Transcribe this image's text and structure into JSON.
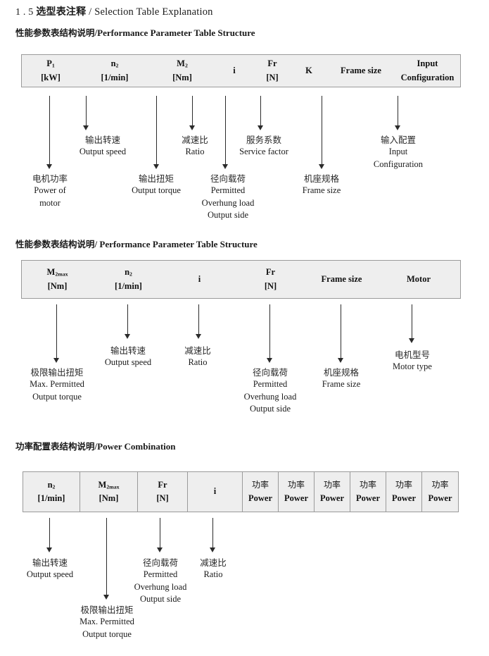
{
  "document": {
    "title_number": "1 . 5",
    "title_cn": "选型表注释",
    "title_sep": "/",
    "title_en": "Selection Table Explanation"
  },
  "sections": [
    {
      "heading_cn": "性能参数表结构说明",
      "heading_sep": "/",
      "heading_en": "Performance Parameter Table Structure",
      "table": {
        "divided": false,
        "columns": [
          {
            "line1": "P",
            "sub1": "1",
            "line2": "[kW]"
          },
          {
            "line1": "n",
            "sub1": "2",
            "line2": "[1/min]"
          },
          {
            "line1": "M",
            "sub1": "2",
            "line2": "[Nm]"
          },
          {
            "line1": "i",
            "sub1": "",
            "line2": ""
          },
          {
            "line1": "Fr",
            "sub1": "",
            "line2": "[N]"
          },
          {
            "line1": "K",
            "sub1": "",
            "line2": ""
          },
          {
            "line1": "Frame size",
            "sub1": "",
            "line2": ""
          },
          {
            "line1": "Input",
            "sub1": "",
            "line2": "Configuration"
          }
        ]
      },
      "callouts": [
        {
          "cn": "电机功率",
          "en": [
            "Power of",
            "motor"
          ]
        },
        {
          "cn": "输出转速",
          "en": [
            "Output speed"
          ]
        },
        {
          "cn": "输出扭矩",
          "en": [
            "Output torque"
          ]
        },
        {
          "cn": "减速比",
          "en": [
            "Ratio"
          ]
        },
        {
          "cn": "径向载荷",
          "en": [
            "Permitted",
            "Overhung load",
            "Output side"
          ]
        },
        {
          "cn": "服务系数",
          "en": [
            "Service factor"
          ]
        },
        {
          "cn": "机座规格",
          "en": [
            "Frame size"
          ]
        },
        {
          "cn": "输入配置",
          "en": [
            "Input",
            "Configuration"
          ]
        }
      ]
    },
    {
      "heading_cn": "性能参数表结构说明",
      "heading_sep": "/",
      "heading_en": "Performance Parameter Table Structure",
      "table": {
        "divided": false,
        "columns": [
          {
            "line1": "M",
            "sub1": "2max",
            "line2": "[Nm]"
          },
          {
            "line1": "n",
            "sub1": "2",
            "line2": "[1/min]"
          },
          {
            "line1": "i",
            "sub1": "",
            "line2": ""
          },
          {
            "line1": "Fr",
            "sub1": "",
            "line2": "[N]"
          },
          {
            "line1": "Frame size",
            "sub1": "",
            "line2": ""
          },
          {
            "line1": "Motor",
            "sub1": "",
            "line2": ""
          }
        ]
      },
      "callouts": [
        {
          "cn": "极限输出扭矩",
          "en": [
            "Max. Permitted",
            "Output  torque"
          ]
        },
        {
          "cn": "输出转速",
          "en": [
            "Output speed"
          ]
        },
        {
          "cn": "减速比",
          "en": [
            "Ratio"
          ]
        },
        {
          "cn": "径向载荷",
          "en": [
            "Permitted",
            "Overhung load",
            "Output side"
          ]
        },
        {
          "cn": "机座规格",
          "en": [
            "Frame size"
          ]
        },
        {
          "cn": "电机型号",
          "en": [
            "Motor type"
          ]
        }
      ]
    },
    {
      "heading_cn": "功率配置表结构说明",
      "heading_sep": "/",
      "heading_en": "Power Combination",
      "table": {
        "divided": true,
        "columns": [
          {
            "line1": "n",
            "sub1": "2",
            "line2": "[1/min]"
          },
          {
            "line1": "M",
            "sub1": "2max",
            "line2": "[Nm]"
          },
          {
            "line1": "Fr",
            "sub1": "",
            "line2": "[N]"
          },
          {
            "line1": "i",
            "sub1": "",
            "line2": ""
          },
          {
            "cn1": "功率",
            "line2": "Power"
          },
          {
            "cn1": "功率",
            "line2": "Power"
          },
          {
            "cn1": "功率",
            "line2": "Power"
          },
          {
            "cn1": "功率",
            "line2": "Power"
          },
          {
            "cn1": "功率",
            "line2": "Power"
          },
          {
            "cn1": "功率",
            "line2": "Power"
          }
        ]
      },
      "callouts": [
        {
          "cn": "输出转速",
          "en": [
            "Output speed"
          ]
        },
        {
          "cn": "极限输出扭矩",
          "en": [
            "Max. Permitted",
            "Output  torque"
          ]
        },
        {
          "cn": "径向载荷",
          "en": [
            "Permitted",
            "Overhung load",
            "Output side"
          ]
        },
        {
          "cn": "减速比",
          "en": [
            "Ratio"
          ]
        }
      ]
    }
  ]
}
